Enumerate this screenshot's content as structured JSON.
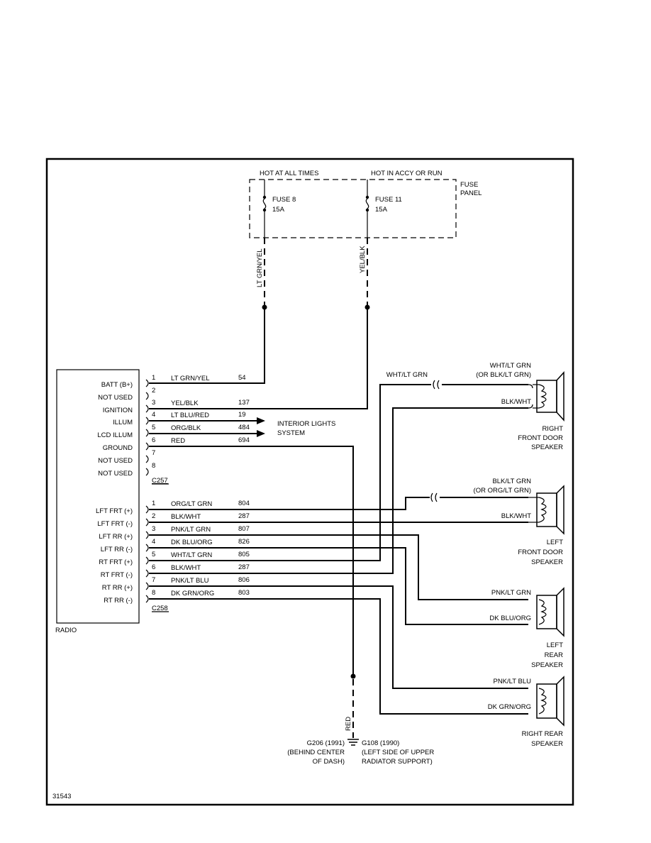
{
  "fuse_panel": {
    "label_line1": "FUSE",
    "label_line2": "PANEL",
    "hot_all_times": "HOT AT ALL TIMES",
    "hot_accy_run": "HOT IN ACCY OR RUN",
    "fuse8_name": "FUSE 8",
    "fuse8_rating": "15A",
    "fuse11_name": "FUSE 11",
    "fuse11_rating": "15A"
  },
  "feed_wires": {
    "left": "LT GRN/YEL",
    "right": "YEL/BLK"
  },
  "radio": {
    "label": "RADIO",
    "connector_c257": {
      "name": "C257",
      "pins": [
        {
          "num": "1",
          "label": "BATT (B+)",
          "wire": "LT GRN/YEL",
          "circuit": "54"
        },
        {
          "num": "2",
          "label": "NOT USED",
          "wire": "",
          "circuit": ""
        },
        {
          "num": "3",
          "label": "IGNITION",
          "wire": "YEL/BLK",
          "circuit": "137"
        },
        {
          "num": "4",
          "label": "ILLUM",
          "wire": "LT BLU/RED",
          "circuit": "19"
        },
        {
          "num": "5",
          "label": "LCD ILLUM",
          "wire": "ORG/BLK",
          "circuit": "484"
        },
        {
          "num": "6",
          "label": "GROUND",
          "wire": "RED",
          "circuit": "694"
        },
        {
          "num": "7",
          "label": "NOT USED",
          "wire": "",
          "circuit": ""
        },
        {
          "num": "8",
          "label": "NOT USED",
          "wire": "",
          "circuit": ""
        }
      ]
    },
    "connector_c258": {
      "name": "C258",
      "pins": [
        {
          "num": "1",
          "label": "LFT FRT (+)",
          "wire": "ORG/LT GRN",
          "circuit": "804"
        },
        {
          "num": "2",
          "label": "LFT FRT (-)",
          "wire": "BLK/WHT",
          "circuit": "287"
        },
        {
          "num": "3",
          "label": "LFT RR (+)",
          "wire": "PNK/LT GRN",
          "circuit": "807"
        },
        {
          "num": "4",
          "label": "LFT RR (-)",
          "wire": "DK BLU/ORG",
          "circuit": "826"
        },
        {
          "num": "5",
          "label": "RT FRT (+)",
          "wire": "WHT/LT GRN",
          "circuit": "805"
        },
        {
          "num": "6",
          "label": "RT FRT (-)",
          "wire": "BLK/WHT",
          "circuit": "287"
        },
        {
          "num": "7",
          "label": "RT RR (+)",
          "wire": "PNK/LT BLU",
          "circuit": "806"
        },
        {
          "num": "8",
          "label": "RT RR (-)",
          "wire": "DK GRN/ORG",
          "circuit": "803"
        }
      ]
    }
  },
  "interior_lights": {
    "line1": "INTERIOR LIGHTS",
    "line2": "SYSTEM"
  },
  "speakers": {
    "right_front": {
      "label_lines": [
        "RIGHT",
        "FRONT DOOR",
        "SPEAKER"
      ],
      "wire_top_line1": "WHT/LT GRN",
      "wire_top_line2": "(OR BLK/LT GRN)",
      "wire_top_left": "WHT/LT GRN",
      "wire_bottom": "BLK/WHT"
    },
    "left_front": {
      "label_lines": [
        "LEFT",
        "FRONT DOOR",
        "SPEAKER"
      ],
      "wire_top_line1": "BLK/LT GRN",
      "wire_top_line2": "(OR ORG/LT GRN)",
      "wire_bottom": "BLK/WHT"
    },
    "left_rear": {
      "label_lines": [
        "LEFT",
        "REAR",
        "SPEAKER"
      ],
      "wire_top": "PNK/LT GRN",
      "wire_bottom": "DK BLU/ORG"
    },
    "right_rear": {
      "label_lines": [
        "RIGHT REAR",
        "SPEAKER"
      ],
      "wire_top": "PNK/LT BLU",
      "wire_bottom": "DK GRN/ORG"
    }
  },
  "ground": {
    "wire": "RED",
    "left_lines": [
      "G206 (1991)",
      "(BEHIND CENTER",
      "OF DASH)"
    ],
    "right_lines": [
      "G108 (1990)",
      "(LEFT SIDE OF UPPER",
      "RADIATOR SUPPORT)"
    ]
  },
  "figure_number": "31543"
}
